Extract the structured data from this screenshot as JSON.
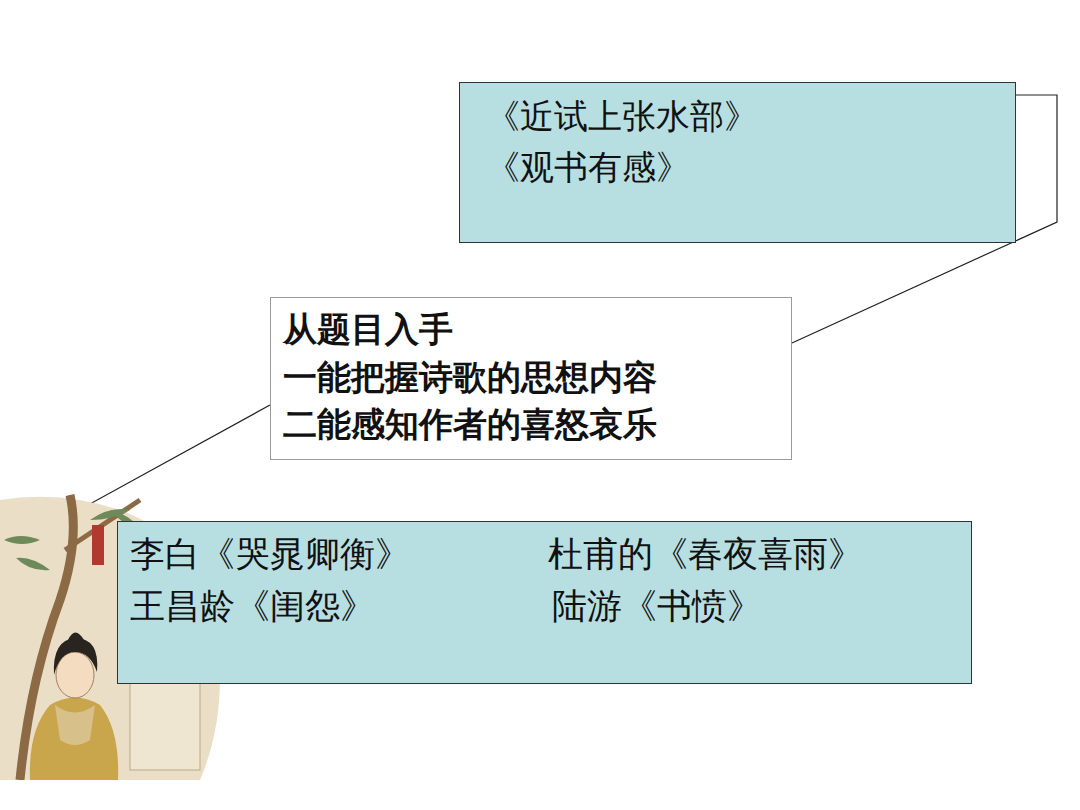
{
  "diagram": {
    "nodes": [
      {
        "text": [
          "《近试上张水部》",
          "《观书有感》"
        ]
      },
      {
        "text": [
          "从题目入手",
          "一能把握诗歌的思想内容",
          "二能感知作者的喜怒哀乐"
        ]
      },
      {
        "text": [
          "李白《哭晁卿衡》",
          "杜甫的《春夜喜雨》",
          "王昌龄《闺怨》",
          "陆游《书愤》"
        ]
      }
    ],
    "edges": [
      {
        "from": 1,
        "to": 0,
        "arrow": "none"
      },
      {
        "from": 1,
        "to": 2,
        "arrow": "none"
      }
    ]
  }
}
